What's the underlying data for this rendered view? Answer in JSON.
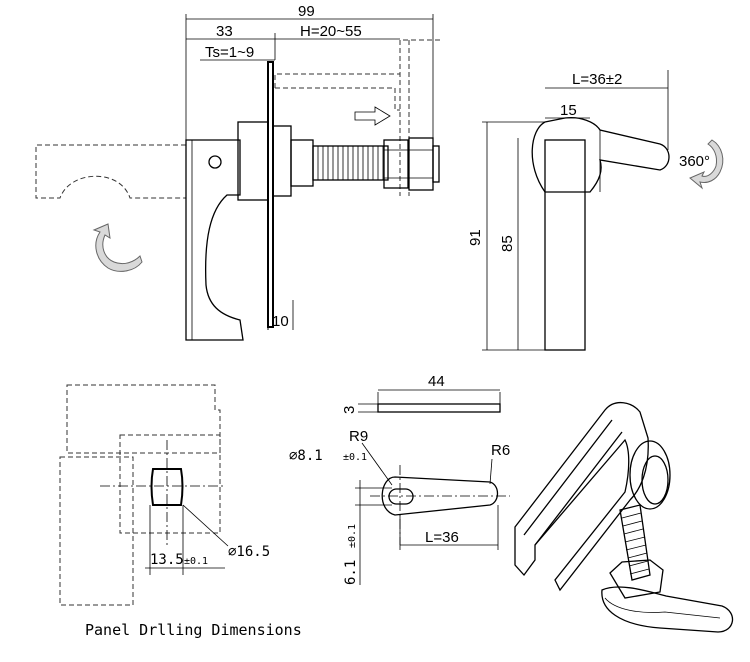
{
  "front_view": {
    "overall_width": "99",
    "handle_offset": "33",
    "grip_range": "H=20~55",
    "panel_thickness": "Ts=1~9",
    "flange": "10"
  },
  "side_view": {
    "length": "L=36±2",
    "width": "15",
    "total_height": "91",
    "handle_height": "85",
    "rotation": "360°"
  },
  "panel_drilling": {
    "caption": "Panel Drlling Dimensions",
    "flat_width": "13.5",
    "flat_tol": "±0.1",
    "hole_dia": "∅16.5"
  },
  "cam": {
    "length_top": "44",
    "thickness": "3",
    "radius_inner": "R9",
    "hole_dia": "∅8.1",
    "hole_tol": "±0.1",
    "radius_tip": "R6",
    "length": "L=36",
    "slot_width": "6.1",
    "slot_tol": "±0.1"
  }
}
